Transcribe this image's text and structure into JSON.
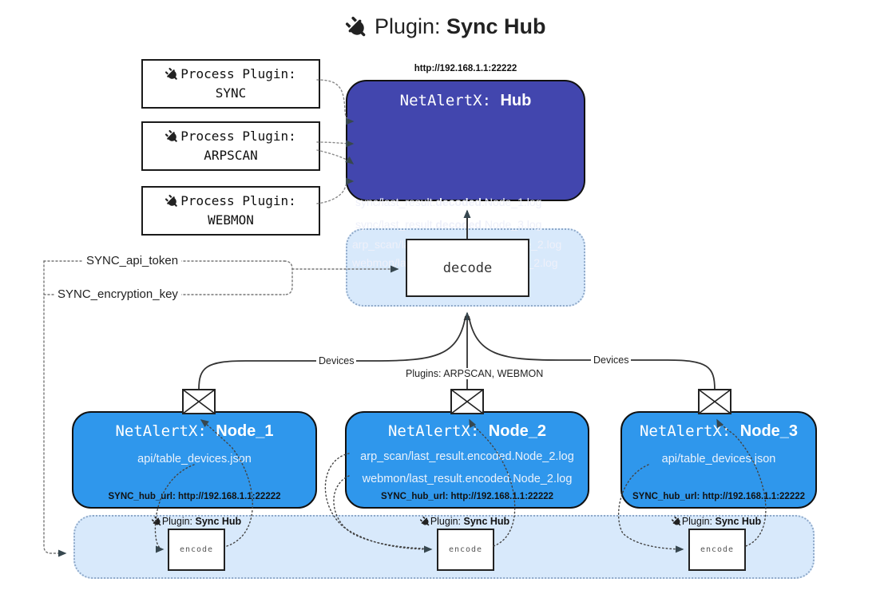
{
  "title": {
    "prefix": "Plugin: ",
    "bold": "Sync Hub"
  },
  "plugin_boxes": [
    {
      "line1": "Process Plugin:",
      "name": "SYNC"
    },
    {
      "line1": "Process Plugin:",
      "name": "ARPSCAN"
    },
    {
      "line1": "Process Plugin:",
      "name": "WEBMON"
    }
  ],
  "hub": {
    "url": "http://192.168.1.1:22222",
    "title_prefix": "NetAlertX: ",
    "title_bold": "Hub",
    "lines": [
      {
        "pre": "sync/last_result.",
        "bold": "decoded",
        "post": ".Node_1.log"
      },
      {
        "pre": "sync/last_result.",
        "bold": "decoded",
        "post": ".Node_3.log"
      },
      {
        "pre": "arp_scan/last_result.",
        "bold": "decoded",
        "post": ".Node_2.log"
      },
      {
        "pre": "webmon/last_result.",
        "bold": "decoded",
        "post": ".Node_2.log"
      }
    ]
  },
  "decode": {
    "label": "decode"
  },
  "keys": {
    "api_token": "SYNC_api_token",
    "encryption_key": "SYNC_encryption_key"
  },
  "edges": {
    "devices_left": "Devices",
    "devices_right": "Devices",
    "plugins": "Plugins: ARPSCAN, WEBMON"
  },
  "nodes": [
    {
      "title_prefix": "NetAlertX: ",
      "title_bold": "Node_1",
      "lines": [
        "api/table_devices.json"
      ],
      "hub_url": "SYNC_hub_url: http://192.168.1.1:22222"
    },
    {
      "title_prefix": "NetAlertX: ",
      "title_bold": "Node_2",
      "lines": [
        "arp_scan/last_result.encoded.Node_2.log",
        "webmon/last_result.encoded.Node_2.log"
      ],
      "hub_url": "SYNC_hub_url: http://192.168.1.1:22222"
    },
    {
      "title_prefix": "NetAlertX: ",
      "title_bold": "Node_3",
      "lines": [
        "api/table_devices.json"
      ],
      "hub_url": "SYNC_hub_url: http://192.168.1.1:22222"
    }
  ],
  "encoders": [
    {
      "label_prefix": "Plugin: ",
      "label_bold": "Sync Hub",
      "box_label": "encode"
    },
    {
      "label_prefix": "Plugin: ",
      "label_bold": "Sync Hub",
      "box_label": "encode"
    },
    {
      "label_prefix": "Plugin: ",
      "label_bold": "Sync Hub",
      "box_label": "encode"
    }
  ],
  "icons": {
    "plug": "plug-icon",
    "envelope": "envelope-icon"
  },
  "colors": {
    "hub_fill": "#4246ae",
    "node_fill": "#2f97ec",
    "panel_fill": "#d8e9fb",
    "panel_border": "#8fa9c9",
    "box_border": "#1a1a1a",
    "line": "#333333",
    "arrow": "#37474f",
    "text_light": "#ffffff",
    "url_text": "#111111"
  }
}
